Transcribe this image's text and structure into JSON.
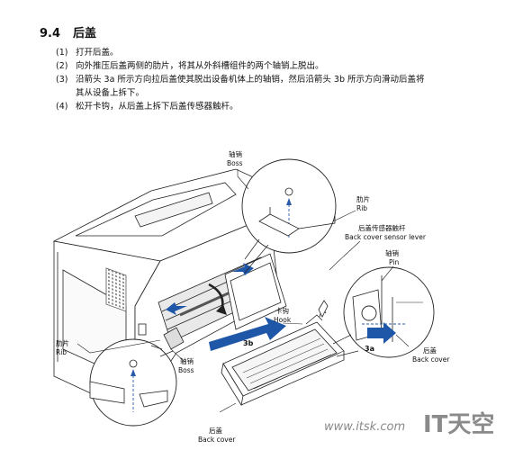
{
  "section": {
    "number": "9.4",
    "title": "后盖"
  },
  "steps": [
    {
      "num": "(1)",
      "text": "打开后盖。"
    },
    {
      "num": "(2)",
      "text": "向外推压后盖两侧的肋片，将其从外斜槽组件的两个轴销上脱出。"
    },
    {
      "num": "(3)",
      "text": "沿箭头 3a 所示方向拉后盖使其脱出设备机体上的轴销，然后沿箭头 3b 所示方向滑动后盖将",
      "cont": "其从设备上拆下。"
    },
    {
      "num": "(4)",
      "text": "松开卡钩，从后盖上拆下后盖传感器触杆。"
    }
  ],
  "labels": {
    "boss_top_cn": "轴销",
    "boss_top_en": "Boss",
    "rib_right_cn": "肋片",
    "rib_right_en": "Rib",
    "sensor_cn": "后盖传感器触杆",
    "sensor_en": "Back cover sensor lever",
    "pin_cn": "轴销",
    "pin_en": "Pin",
    "hook_cn": "卡钩",
    "hook_en": "Hook",
    "arrow_3b": "3b",
    "arrow_3a": "3a",
    "back_cover_right_cn": "后盖",
    "back_cover_right_en": "Back cover",
    "rib_left_cn": "肋片",
    "rib_left_en": "Rib",
    "boss_left_cn": "轴销",
    "boss_left_en": "Boss",
    "back_cover_bottom_cn": "后盖",
    "back_cover_bottom_en": "Back cover"
  },
  "watermark": {
    "url": "www.itsk.com",
    "brand": "IT天空"
  },
  "colors": {
    "arrow_blue": "#1f57a8",
    "dash_blue": "#2a5aa8",
    "line": "#222222"
  }
}
